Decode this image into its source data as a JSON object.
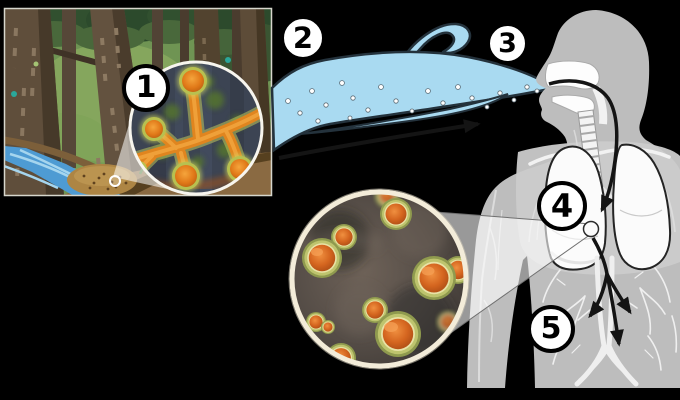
{
  "steps": [
    {
      "number": "1",
      "name": "fungal-hyphae-in-forest-environment"
    },
    {
      "number": "2",
      "name": "spores-carried-by-wind"
    },
    {
      "number": "3",
      "name": "spores-inhaled-through-mouth-nose"
    },
    {
      "number": "4",
      "name": "yeast-forms-in-lungs"
    },
    {
      "number": "5",
      "name": "dissemination-through-bloodstream"
    }
  ],
  "icons": {
    "forest_scene": "forest-with-trees-stream-and-soil",
    "inset_1": "magnified-fungal-hyphae-with-conidia",
    "inset_2": "magnified-budding-yeast-cells",
    "wind": "wind-swoosh-with-spore-dots",
    "human": "human-silhouette-with-lungs-and-vessels",
    "arrows": "black-path-arrows"
  },
  "colors": {
    "background": "#000000",
    "wind": "#a9daf1",
    "wind_outline": "#24323c",
    "body": "#bdbdbd",
    "chest_highlight": "#cbcbcb",
    "lung": "#fbfbfb",
    "vessel": "#efefef",
    "forest_green": "#6f9453",
    "canopy_dark": "#31502f",
    "trunk_brown": "#5f4e3b",
    "stream_blue": "#4e9bd3",
    "ground_brown": "#8a6a42",
    "inset_bg": "#3c4453",
    "hypha_orange": "#e0851f",
    "hypha_glow": "#c9d25c",
    "spore_center": "#e8871f",
    "yeast_ring": "#8f9a4e",
    "yeast_pale": "#e8e2a6",
    "yeast_center": "#cd5d1d",
    "inset_border": "#f3ecd9",
    "arrow": "#141414",
    "badge_bg": "#ffffff",
    "badge_border": "#000000",
    "cone": "#ffffff"
  }
}
